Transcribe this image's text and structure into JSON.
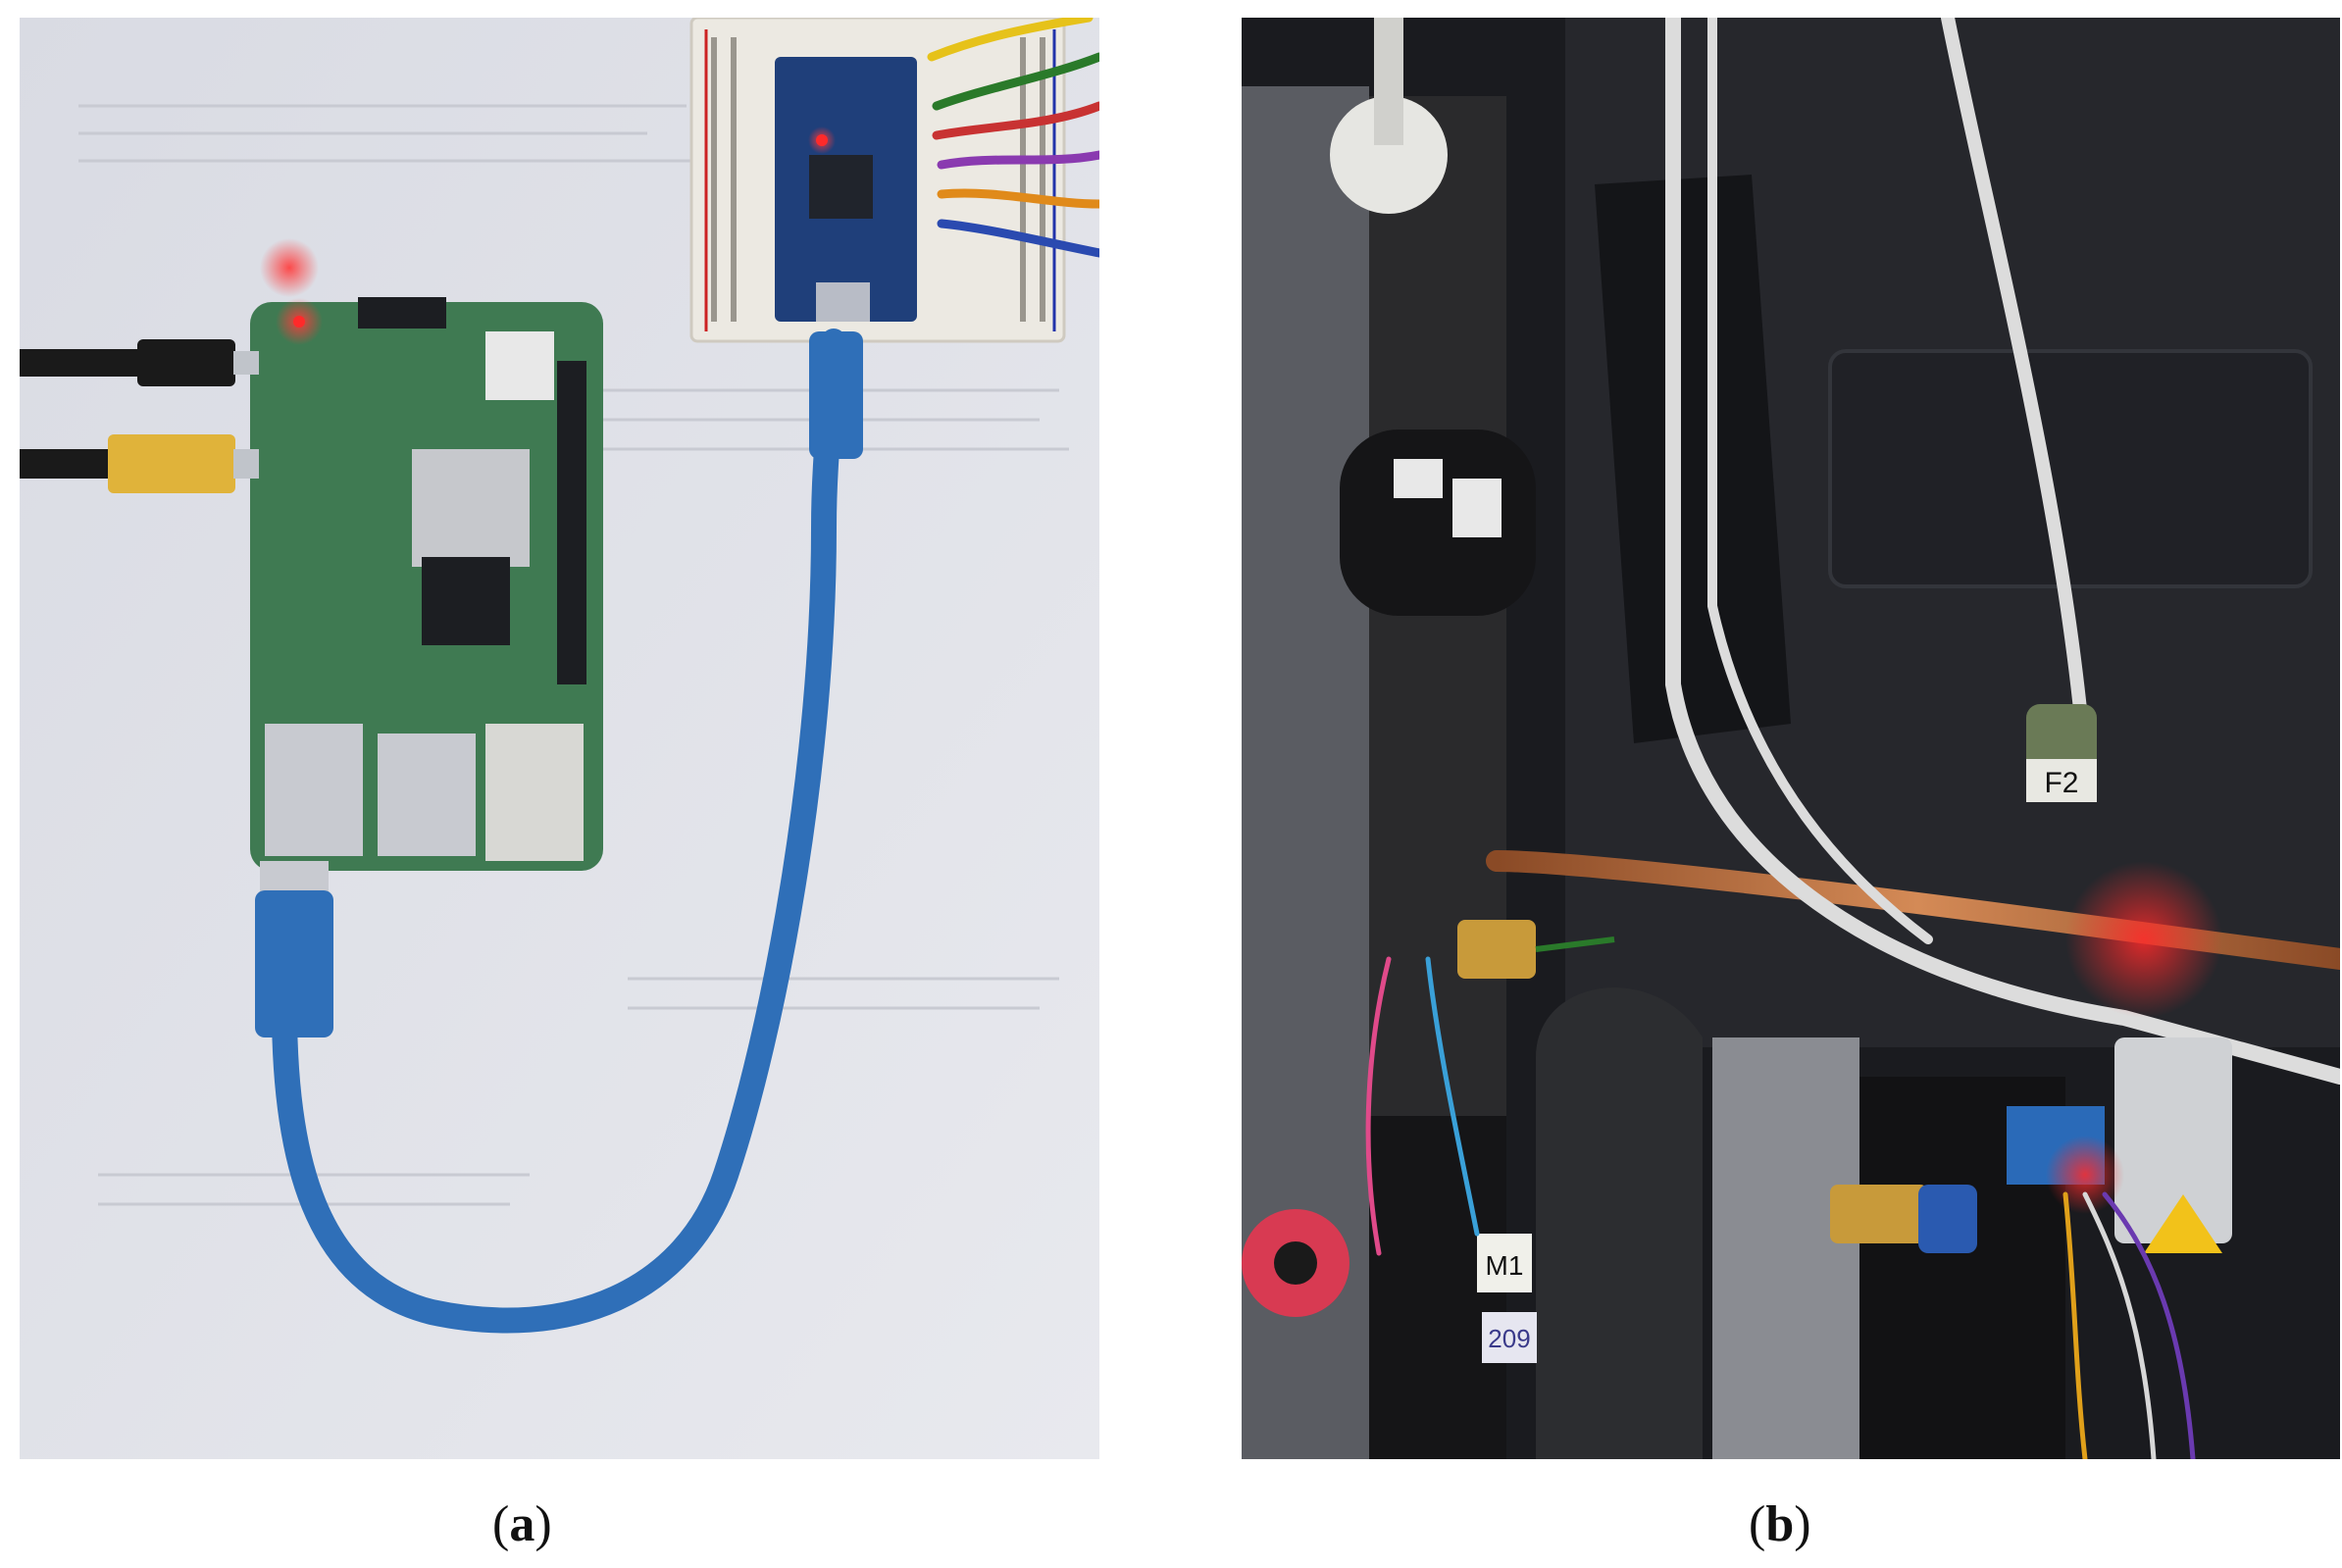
{
  "figure": {
    "panels": [
      {
        "id": "a",
        "caption_open": "(",
        "caption_letter": "a",
        "caption_close": ")"
      },
      {
        "id": "b",
        "caption_open": "(",
        "caption_letter": "b",
        "caption_close": ")"
      }
    ],
    "labels": {
      "f2": "F2",
      "m1": "M1",
      "tag": "209"
    },
    "colors": {
      "paper": "#e3e4ea",
      "pcb_green": "#3f7a52",
      "usb_blue": "#2f6fb8",
      "arduino_blue": "#1f3f7a",
      "cabinet_black": "#1a1b1f",
      "insulation": "#2a2a2c",
      "copper": "#b86a3c",
      "led_red": "#ff2a2a"
    }
  }
}
